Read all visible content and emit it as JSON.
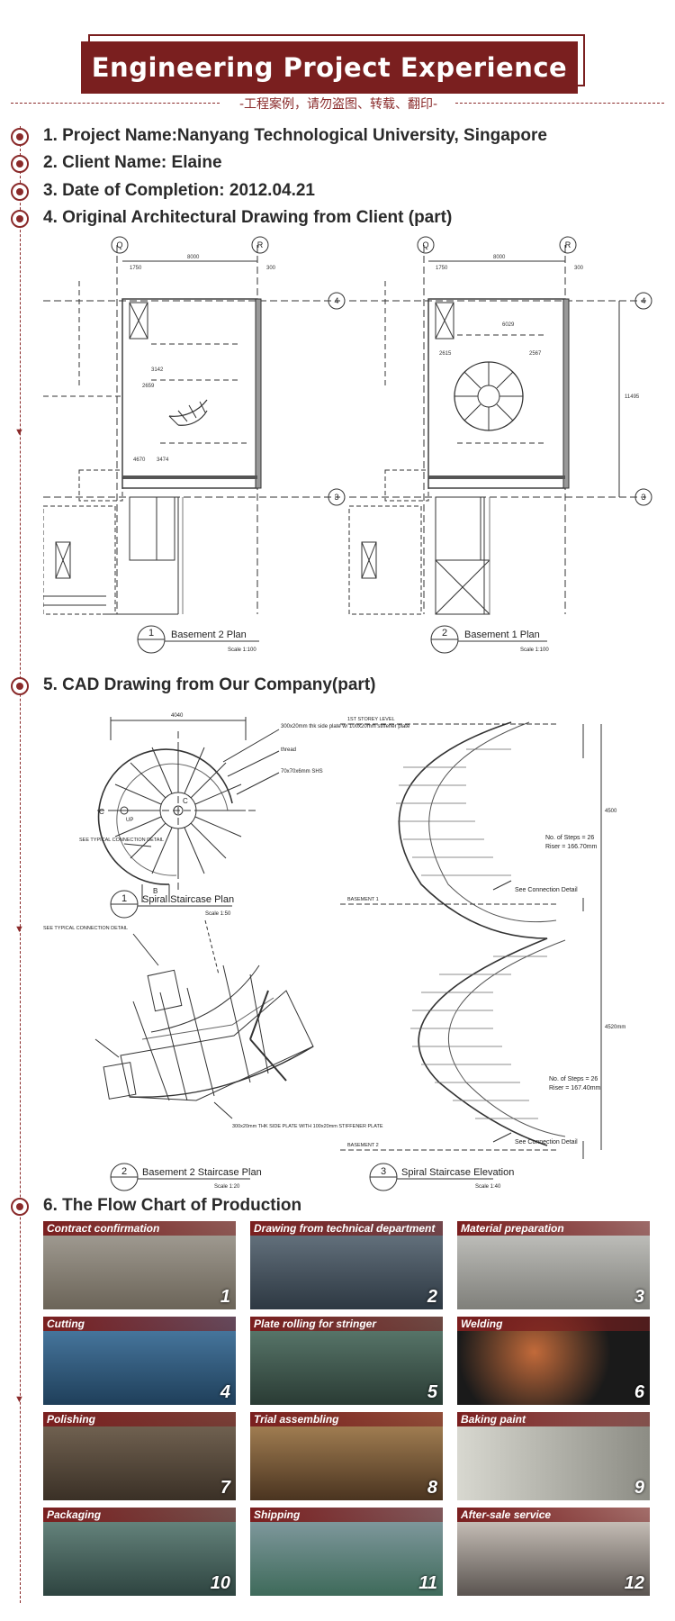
{
  "header": {
    "title": "Engineering Project Experience",
    "subtitle": "-工程案例，请勿盗图、转载、翻印-"
  },
  "items": [
    {
      "text": "1. Project Name:Nanyang Technological University, Singapore"
    },
    {
      "text": "2. Client Name: Elaine"
    },
    {
      "text": "3. Date of Completion: 2012.04.21"
    },
    {
      "text": "4. Original Architectural Drawing from Client (part)"
    },
    {
      "text": "5. CAD Drawing from Our Company(part)"
    },
    {
      "text": "6. The Flow Chart of Production"
    }
  ],
  "architectural": {
    "plan1": {
      "num": "1",
      "title": "Basement 2 Plan",
      "scale": "Scale 1:100",
      "dims": [
        "8000",
        "1750",
        "300",
        "3142",
        "2659",
        "4670",
        "3474"
      ]
    },
    "plan2": {
      "num": "2",
      "title": "Basement 1 Plan",
      "scale": "Scale 1:100",
      "dims": [
        "8000",
        "1750",
        "300",
        "2615",
        "2567",
        "6029",
        "11495"
      ]
    },
    "grid": [
      "Q",
      "R",
      "4",
      "3"
    ]
  },
  "cad": {
    "plan": {
      "num": "1",
      "title": "Spiral Staircase Plan",
      "scale": "Scale 1:50",
      "dim": "4040",
      "notes": [
        "300x20mm thk side plate w/ 100x20mm stiffener plate",
        "thread",
        "70x70x6mm SHS"
      ],
      "marks": [
        "C",
        "C",
        "B",
        "UP"
      ]
    },
    "b2": {
      "num": "2",
      "title": "Basement 2 Staircase Plan",
      "scale": "Scale 1:20",
      "notes": [
        "SEE TYPICAL CONNECTION DETAIL",
        "SEE TYPICAL CONNECTION DETAIL",
        "300x20mm THK SIDE PLATE WITH 100x20mm STIFFENER PLATE"
      ]
    },
    "elev": {
      "num": "3",
      "title": "Spiral Staircase Elevation",
      "scale": "Scale 1:40",
      "levels": [
        "1ST STOREY LEVEL",
        "BASEMENT 1",
        "BASEMENT 2"
      ],
      "steps1": "No. of Steps = 26",
      "riser1": "Riser = 166.70mm",
      "steps2": "No. of Steps = 26",
      "riser2": "Riser = 167.40mm",
      "conn": "See Connection Detail",
      "h1": "4500",
      "h2": "4520mm"
    }
  },
  "flow": [
    {
      "label": "Contract confirmation",
      "num": "1"
    },
    {
      "label": "Drawing from technical department",
      "num": "2"
    },
    {
      "label": "Material preparation",
      "num": "3"
    },
    {
      "label": "Cutting",
      "num": "4"
    },
    {
      "label": "Plate rolling for stringer",
      "num": "5"
    },
    {
      "label": "Welding",
      "num": "6"
    },
    {
      "label": "Polishing",
      "num": "7"
    },
    {
      "label": "Trial assembling",
      "num": "8"
    },
    {
      "label": "Baking paint",
      "num": "9"
    },
    {
      "label": "Packaging",
      "num": "10"
    },
    {
      "label": "Shipping",
      "num": "11"
    },
    {
      "label": "After-sale service",
      "num": "12"
    }
  ],
  "colors": {
    "accent": "#7a1f1f"
  }
}
